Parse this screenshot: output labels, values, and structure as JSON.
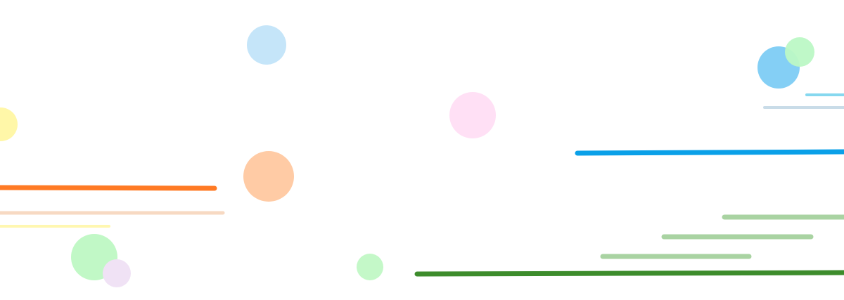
{
  "scene": {
    "background": "#ffffff",
    "circles": [
      {
        "name": "light-blue-dot",
        "color": "#C5E5F9"
      },
      {
        "name": "pale-yellow-dot",
        "color": "#FFF7A8"
      },
      {
        "name": "pink-dot",
        "color": "#FFE0F5"
      },
      {
        "name": "peach-dot",
        "color": "#FFCBA5"
      },
      {
        "name": "sky-blue-dot",
        "color": "#84CFF5"
      },
      {
        "name": "mint-dot-top-right",
        "color": "#BCF8C5"
      },
      {
        "name": "mint-dot-bottom-left",
        "color": "#C1F8C6"
      },
      {
        "name": "lavender-dot",
        "color": "#F0E2F5"
      },
      {
        "name": "mint-dot-bottom-center",
        "color": "#C4F8C8"
      }
    ],
    "lines": [
      {
        "name": "orange-line",
        "color": "#FF7A24"
      },
      {
        "name": "light-peach-line",
        "color": "#F7D9C2"
      },
      {
        "name": "pale-yellow-line",
        "color": "#FFF7B0"
      },
      {
        "name": "bright-blue-line",
        "color": "#0AA0E8"
      },
      {
        "name": "cyan-line",
        "color": "#86D8EF"
      },
      {
        "name": "gray-blue-line",
        "color": "#C9DCE8"
      },
      {
        "name": "sage-line-top",
        "color": "#A9D3A2"
      },
      {
        "name": "sage-line-middle",
        "color": "#A9D3A2"
      },
      {
        "name": "sage-line-bottom",
        "color": "#A9D3A2"
      },
      {
        "name": "dark-green-line",
        "color": "#3D8C2C"
      }
    ]
  }
}
